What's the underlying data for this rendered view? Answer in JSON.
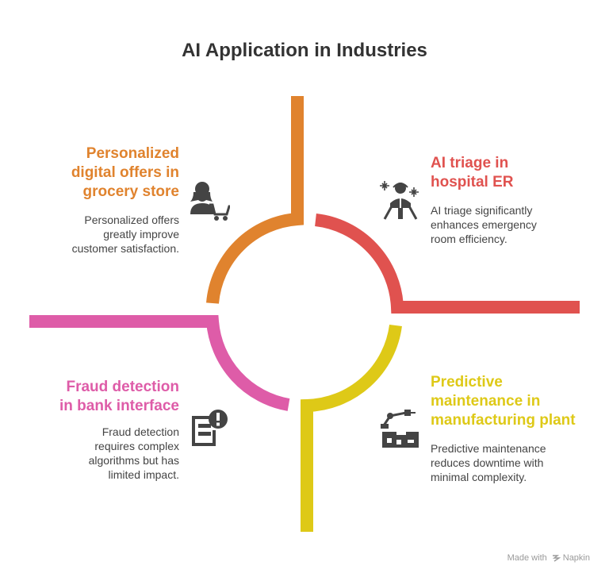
{
  "title": "AI Application in Industries",
  "colors": {
    "orange": "#E0832E",
    "red": "#E0524F",
    "pink": "#DE5CA8",
    "yellow": "#DEC917",
    "icon": "#444444"
  },
  "quadrants": {
    "grocery": {
      "heading": [
        "Personalized",
        "digital offers in",
        "grocery store"
      ],
      "description": [
        "Personalized offers",
        "greatly improve",
        "customer satisfaction."
      ],
      "icon": "shopper-cart-icon"
    },
    "hospital": {
      "heading": [
        "AI triage in",
        "hospital ER"
      ],
      "description": [
        "AI triage significantly",
        "enhances emergency",
        "room efficiency."
      ],
      "icon": "doctor-triage-icon"
    },
    "bank": {
      "heading": [
        "Fraud detection",
        "in bank interface"
      ],
      "description": [
        "Fraud detection",
        "requires complex",
        "algorithms but has",
        "limited impact."
      ],
      "icon": "alert-document-icon"
    },
    "manufacturing": {
      "heading": [
        "Predictive",
        "maintenance in",
        "manufacturing plant"
      ],
      "description": [
        "Predictive maintenance",
        "reduces downtime with",
        "minimal complexity."
      ],
      "icon": "robot-factory-icon"
    }
  },
  "footer": {
    "made_with": "Made with",
    "brand": "Napkin"
  }
}
